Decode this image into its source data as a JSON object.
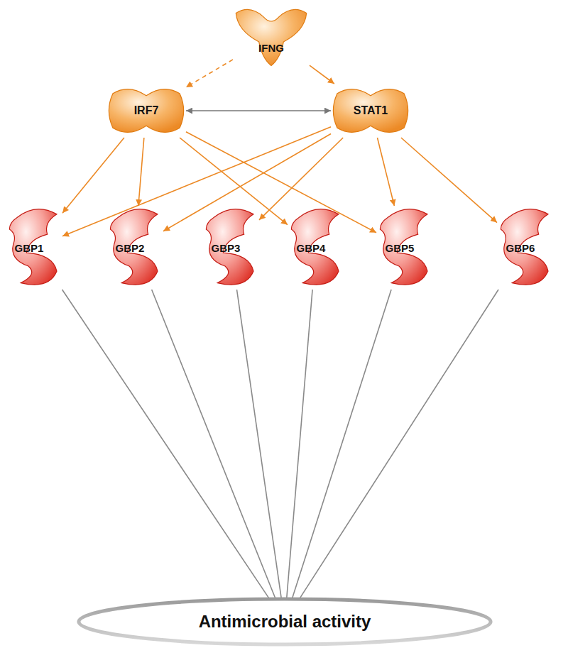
{
  "diagram": {
    "nodes": [
      {
        "text": [
          "IFNG"
        ]
      },
      {
        "text": [
          "IRF7"
        ]
      },
      {
        "text": [
          "STAT1"
        ]
      },
      {
        "text": [
          "GBP1"
        ]
      },
      {
        "text": [
          "GBP2"
        ]
      },
      {
        "text": [
          "GBP3"
        ]
      },
      {
        "text": [
          "GBP4"
        ]
      },
      {
        "text": [
          "GBP5"
        ]
      },
      {
        "text": [
          "GBP6"
        ]
      },
      {
        "text": [
          "Antimicrobial activity"
        ]
      }
    ],
    "edges": [
      {
        "from": 0,
        "to": 1,
        "arrow": "to"
      },
      {
        "from": 0,
        "to": 2,
        "arrow": "to"
      },
      {
        "from": 1,
        "to": 2,
        "arrow": "both"
      },
      {
        "from": 1,
        "to": 3,
        "arrow": "to"
      },
      {
        "from": 1,
        "to": 4,
        "arrow": "to"
      },
      {
        "from": 1,
        "to": 6,
        "arrow": "to"
      },
      {
        "from": 1,
        "to": 7,
        "arrow": "to"
      },
      {
        "from": 2,
        "to": 3,
        "arrow": "to"
      },
      {
        "from": 2,
        "to": 4,
        "arrow": "to"
      },
      {
        "from": 2,
        "to": 5,
        "arrow": "to"
      },
      {
        "from": 2,
        "to": 7,
        "arrow": "to"
      },
      {
        "from": 2,
        "to": 8,
        "arrow": "to"
      },
      {
        "from": 3,
        "to": 9,
        "arrow": "none"
      },
      {
        "from": 4,
        "to": 9,
        "arrow": "none"
      },
      {
        "from": 5,
        "to": 9,
        "arrow": "none"
      },
      {
        "from": 6,
        "to": 9,
        "arrow": "none"
      },
      {
        "from": 7,
        "to": 9,
        "arrow": "none"
      },
      {
        "from": 8,
        "to": 9,
        "arrow": "none"
      }
    ]
  }
}
